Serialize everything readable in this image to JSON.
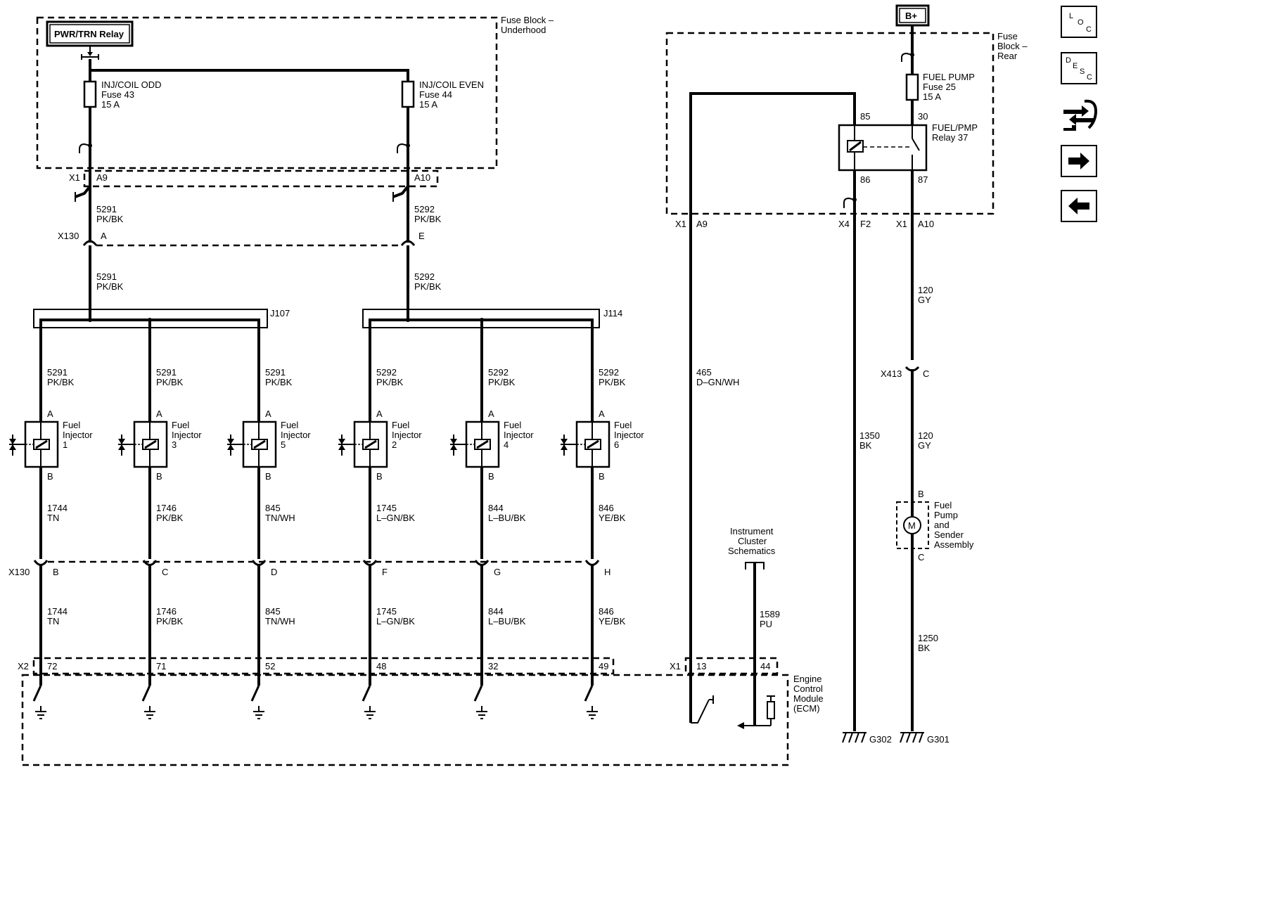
{
  "power_source": "B+",
  "relay_pwr_trn": "PWR/TRN Relay",
  "fuse_block_underhood": [
    "Fuse Block –",
    "Underhood"
  ],
  "fuse_block_rear": [
    "Fuse",
    "Block –",
    "Rear"
  ],
  "fuses": [
    {
      "name": "INJ/COIL ODD",
      "fuse": "Fuse 43",
      "rating": "15 A"
    },
    {
      "name": "INJ/COIL EVEN",
      "fuse": "Fuse 44",
      "rating": "15 A"
    },
    {
      "name": "FUEL PUMP",
      "fuse": "Fuse 25",
      "rating": "15 A"
    }
  ],
  "fuel_pump_relay": {
    "name": "FUEL/PMP",
    "sub": "Relay 37",
    "pins": [
      "85",
      "30",
      "86",
      "87"
    ]
  },
  "connectors": {
    "x1": "X1",
    "a9": "A9",
    "a10": "A10",
    "x130": "X130",
    "x130_a": "A",
    "x130_e": "E",
    "x4": "X4",
    "f2": "F2",
    "x413": "X413",
    "x413_c": "C",
    "x2": "X2",
    "x1_ecm": "X1",
    "pin13": "13",
    "pin44": "44",
    "j107": "J107",
    "j114": "J114"
  },
  "feed_wires": [
    {
      "num": "5291",
      "color": "PK/BK"
    },
    {
      "num": "5292",
      "color": "PK/BK"
    }
  ],
  "injectors": [
    {
      "label": [
        "Fuel",
        "Injector",
        "1"
      ],
      "pin_a": "A",
      "pin_b": "B",
      "supply_num": "5291",
      "supply_color": "PK/BK",
      "ctrl_num": "1744",
      "ctrl_color": "TN",
      "x130_pin": "B",
      "ecm_pin": "72"
    },
    {
      "label": [
        "Fuel",
        "Injector",
        "3"
      ],
      "pin_a": "A",
      "pin_b": "B",
      "supply_num": "5291",
      "supply_color": "PK/BK",
      "ctrl_num": "1746",
      "ctrl_color": "PK/BK",
      "x130_pin": "C",
      "ecm_pin": "71"
    },
    {
      "label": [
        "Fuel",
        "Injector",
        "5"
      ],
      "pin_a": "A",
      "pin_b": "B",
      "supply_num": "5291",
      "supply_color": "PK/BK",
      "ctrl_num": "845",
      "ctrl_color": "TN/WH",
      "x130_pin": "D",
      "ecm_pin": "52"
    },
    {
      "label": [
        "Fuel",
        "Injector",
        "2"
      ],
      "pin_a": "A",
      "pin_b": "B",
      "supply_num": "5292",
      "supply_color": "PK/BK",
      "ctrl_num": "1745",
      "ctrl_color": "L–GN/BK",
      "x130_pin": "F",
      "ecm_pin": "48"
    },
    {
      "label": [
        "Fuel",
        "Injector",
        "4"
      ],
      "pin_a": "A",
      "pin_b": "B",
      "supply_num": "5292",
      "supply_color": "PK/BK",
      "ctrl_num": "844",
      "ctrl_color": "L–BU/BK",
      "x130_pin": "G",
      "ecm_pin": "32"
    },
    {
      "label": [
        "Fuel",
        "Injector",
        "6"
      ],
      "pin_a": "A",
      "pin_b": "B",
      "supply_num": "5292",
      "supply_color": "PK/BK",
      "ctrl_num": "846",
      "ctrl_color": "YE/BK",
      "x130_pin": "H",
      "ecm_pin": "49"
    }
  ],
  "wire_465": {
    "num": "465",
    "color": "D–GN/WH"
  },
  "wire_1350": {
    "num": "1350",
    "color": "BK"
  },
  "wire_120": {
    "num": "120",
    "color": "GY"
  },
  "wire_1250": {
    "num": "1250",
    "color": "BK"
  },
  "wire_1589": {
    "num": "1589",
    "color": "PU"
  },
  "fuel_pump_assembly": {
    "label": [
      "Fuel",
      "Pump",
      "and",
      "Sender",
      "Assembly"
    ],
    "motor": "M",
    "pin_b": "B",
    "pin_c": "C"
  },
  "instrument_cluster": [
    "Instrument",
    "Cluster",
    "Schematics"
  ],
  "ecm": [
    "Engine",
    "Control",
    "Module",
    "(ECM)"
  ],
  "grounds": [
    "G302",
    "G301"
  ],
  "nav_buttons": [
    {
      "name": "loc-button",
      "icon": "loc-icon",
      "letters": [
        "L",
        "O",
        "C"
      ]
    },
    {
      "name": "desc-button",
      "icon": "desc-icon",
      "letters": [
        "D",
        "E",
        "S",
        "C"
      ]
    },
    {
      "name": "connector-button",
      "icon": "connector-icon"
    },
    {
      "name": "next-button",
      "icon": "arrow-right-icon"
    },
    {
      "name": "previous-button",
      "icon": "arrow-left-icon"
    }
  ]
}
